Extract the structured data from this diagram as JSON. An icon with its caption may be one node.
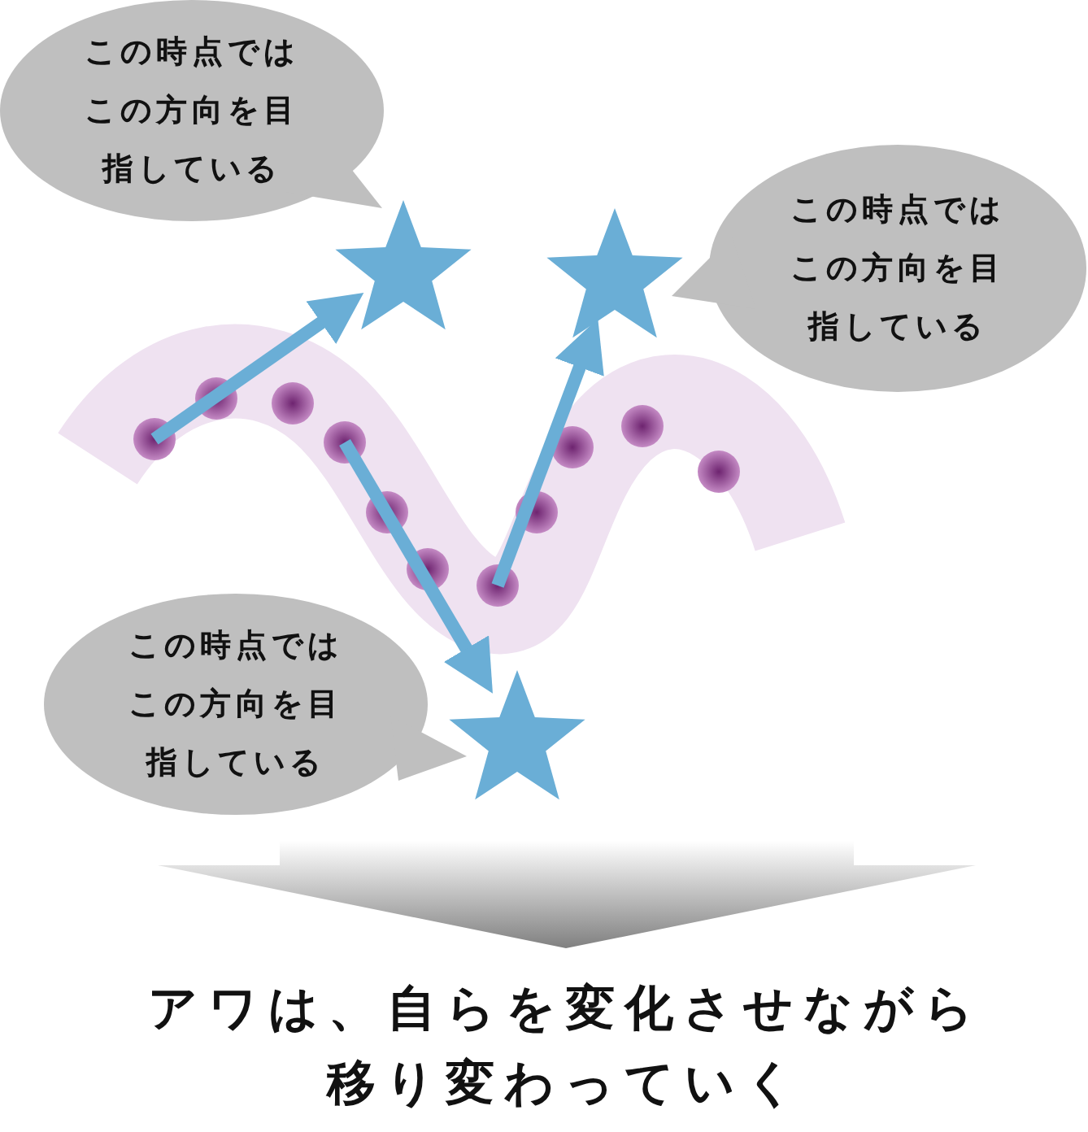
{
  "diagram": {
    "nodes": [
      {
        "text": [
          "この時点ではこの方向を目指している"
        ]
      },
      {
        "text": [
          "この時点ではこの方向を目指している"
        ]
      },
      {
        "text": [
          "この時点ではこの方向を目指している"
        ]
      },
      {
        "text": [],
        "shape": "star"
      },
      {
        "text": [],
        "shape": "star"
      },
      {
        "text": [],
        "shape": "star"
      },
      {
        "text": [],
        "shape": "circle"
      },
      {
        "text": [],
        "shape": "circle"
      },
      {
        "text": [],
        "shape": "circle"
      }
    ],
    "edges": [
      {
        "from": 6,
        "to": 3,
        "arrow": "to"
      },
      {
        "from": 7,
        "to": 5,
        "arrow": "to"
      },
      {
        "from": 8,
        "to": 4,
        "arrow": "to"
      }
    ],
    "labels": [
      "アワは、自らを変化させながら移り変わっていく"
    ]
  }
}
